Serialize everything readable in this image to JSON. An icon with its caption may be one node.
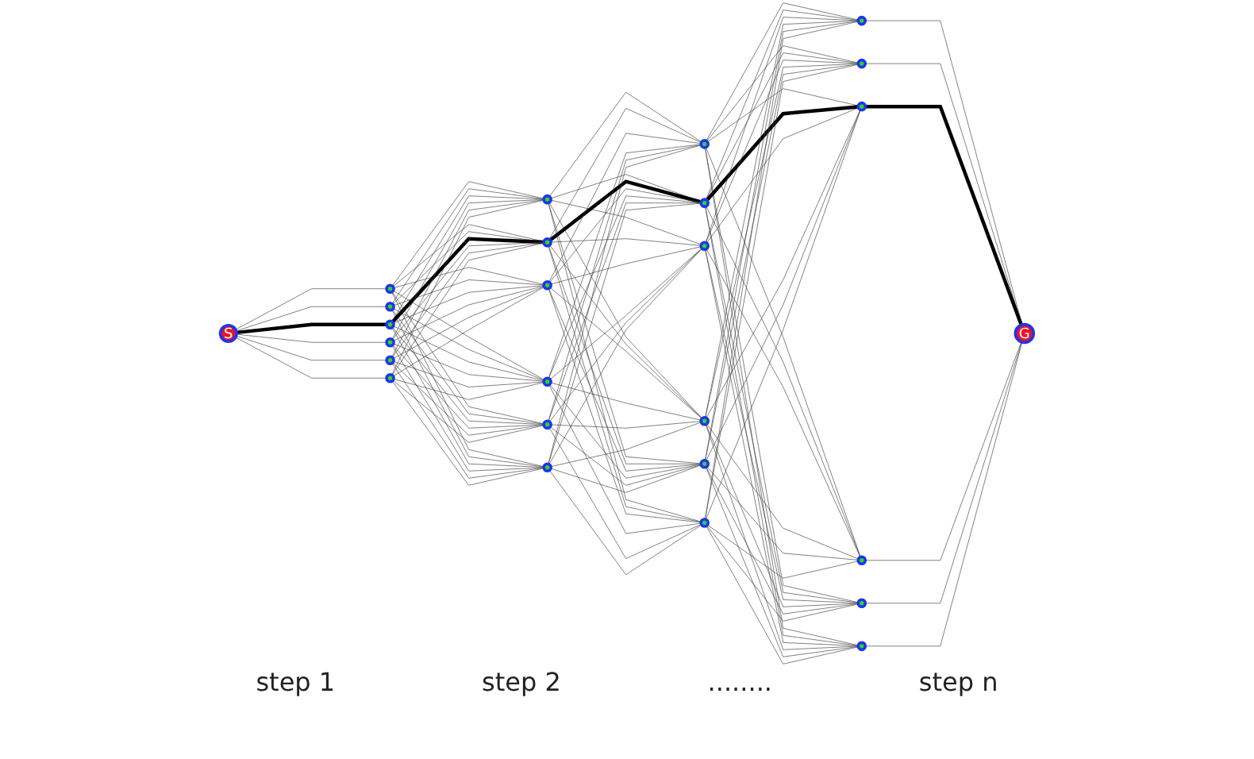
{
  "diagram": {
    "nodes": [
      {
        "text": [
          "S"
        ]
      },
      {
        "text": [],
        "shape": "circle"
      },
      {
        "text": [],
        "shape": "circle"
      },
      {
        "text": [],
        "shape": "circle"
      },
      {
        "text": [],
        "shape": "circle"
      },
      {
        "text": [],
        "shape": "circle"
      },
      {
        "text": [],
        "shape": "circle"
      },
      {
        "text": [],
        "shape": "circle"
      },
      {
        "text": [],
        "shape": "circle"
      },
      {
        "text": [],
        "shape": "circle"
      },
      {
        "text": [],
        "shape": "circle"
      },
      {
        "text": [],
        "shape": "circle"
      },
      {
        "text": [],
        "shape": "circle"
      },
      {
        "text": [],
        "shape": "circle"
      },
      {
        "text": [],
        "shape": "circle"
      },
      {
        "text": [],
        "shape": "circle"
      },
      {
        "text": [],
        "shape": "circle"
      },
      {
        "text": [],
        "shape": "circle"
      },
      {
        "text": [],
        "shape": "circle"
      },
      {
        "text": [],
        "shape": "circle"
      },
      {
        "text": [],
        "shape": "circle"
      },
      {
        "text": [],
        "shape": "circle"
      },
      {
        "text": [],
        "shape": "circle"
      },
      {
        "text": [],
        "shape": "circle"
      },
      {
        "text": [],
        "shape": "circle"
      },
      {
        "text": [
          "G"
        ]
      }
    ],
    "edges": [
      {
        "from": 0,
        "to": 1,
        "arrow": "none"
      },
      {
        "from": 0,
        "to": 2,
        "arrow": "none"
      },
      {
        "from": 0,
        "to": 3,
        "arrow": "none",
        "style": "thick"
      },
      {
        "from": 0,
        "to": 4,
        "arrow": "none"
      },
      {
        "from": 0,
        "to": 5,
        "arrow": "none"
      },
      {
        "from": 0,
        "to": 6,
        "arrow": "none"
      },
      {
        "from": 1,
        "to": 7,
        "arrow": "none"
      },
      {
        "from": 1,
        "to": 8,
        "arrow": "none"
      },
      {
        "from": 1,
        "to": 9,
        "arrow": "none"
      },
      {
        "from": 1,
        "to": 10,
        "arrow": "none"
      },
      {
        "from": 1,
        "to": 11,
        "arrow": "none"
      },
      {
        "from": 1,
        "to": 12,
        "arrow": "none"
      },
      {
        "from": 2,
        "to": 7,
        "arrow": "none"
      },
      {
        "from": 2,
        "to": 8,
        "arrow": "none"
      },
      {
        "from": 2,
        "to": 9,
        "arrow": "none"
      },
      {
        "from": 2,
        "to": 10,
        "arrow": "none"
      },
      {
        "from": 2,
        "to": 11,
        "arrow": "none"
      },
      {
        "from": 2,
        "to": 12,
        "arrow": "none"
      },
      {
        "from": 3,
        "to": 7,
        "arrow": "none"
      },
      {
        "from": 3,
        "to": 8,
        "arrow": "none",
        "style": "thick"
      },
      {
        "from": 3,
        "to": 9,
        "arrow": "none"
      },
      {
        "from": 3,
        "to": 10,
        "arrow": "none"
      },
      {
        "from": 3,
        "to": 11,
        "arrow": "none"
      },
      {
        "from": 3,
        "to": 12,
        "arrow": "none"
      },
      {
        "from": 4,
        "to": 7,
        "arrow": "none"
      },
      {
        "from": 4,
        "to": 8,
        "arrow": "none"
      },
      {
        "from": 4,
        "to": 9,
        "arrow": "none"
      },
      {
        "from": 4,
        "to": 10,
        "arrow": "none"
      },
      {
        "from": 4,
        "to": 11,
        "arrow": "none"
      },
      {
        "from": 4,
        "to": 12,
        "arrow": "none"
      },
      {
        "from": 5,
        "to": 7,
        "arrow": "none"
      },
      {
        "from": 5,
        "to": 8,
        "arrow": "none"
      },
      {
        "from": 5,
        "to": 9,
        "arrow": "none"
      },
      {
        "from": 5,
        "to": 10,
        "arrow": "none"
      },
      {
        "from": 5,
        "to": 11,
        "arrow": "none"
      },
      {
        "from": 5,
        "to": 12,
        "arrow": "none"
      },
      {
        "from": 6,
        "to": 7,
        "arrow": "none"
      },
      {
        "from": 6,
        "to": 8,
        "arrow": "none"
      },
      {
        "from": 6,
        "to": 9,
        "arrow": "none"
      },
      {
        "from": 6,
        "to": 10,
        "arrow": "none"
      },
      {
        "from": 6,
        "to": 11,
        "arrow": "none"
      },
      {
        "from": 6,
        "to": 12,
        "arrow": "none"
      },
      {
        "from": 7,
        "to": 13,
        "arrow": "none"
      },
      {
        "from": 7,
        "to": 14,
        "arrow": "none"
      },
      {
        "from": 7,
        "to": 15,
        "arrow": "none"
      },
      {
        "from": 7,
        "to": 16,
        "arrow": "none"
      },
      {
        "from": 7,
        "to": 17,
        "arrow": "none"
      },
      {
        "from": 7,
        "to": 18,
        "arrow": "none"
      },
      {
        "from": 8,
        "to": 13,
        "arrow": "none"
      },
      {
        "from": 8,
        "to": 14,
        "arrow": "none",
        "style": "thick"
      },
      {
        "from": 8,
        "to": 15,
        "arrow": "none"
      },
      {
        "from": 8,
        "to": 16,
        "arrow": "none"
      },
      {
        "from": 8,
        "to": 17,
        "arrow": "none"
      },
      {
        "from": 8,
        "to": 18,
        "arrow": "none"
      },
      {
        "from": 9,
        "to": 13,
        "arrow": "none"
      },
      {
        "from": 9,
        "to": 14,
        "arrow": "none"
      },
      {
        "from": 9,
        "to": 15,
        "arrow": "none"
      },
      {
        "from": 9,
        "to": 16,
        "arrow": "none"
      },
      {
        "from": 9,
        "to": 17,
        "arrow": "none"
      },
      {
        "from": 9,
        "to": 18,
        "arrow": "none"
      },
      {
        "from": 10,
        "to": 13,
        "arrow": "none"
      },
      {
        "from": 10,
        "to": 14,
        "arrow": "none"
      },
      {
        "from": 10,
        "to": 15,
        "arrow": "none"
      },
      {
        "from": 10,
        "to": 16,
        "arrow": "none"
      },
      {
        "from": 10,
        "to": 17,
        "arrow": "none"
      },
      {
        "from": 10,
        "to": 18,
        "arrow": "none"
      },
      {
        "from": 11,
        "to": 13,
        "arrow": "none"
      },
      {
        "from": 11,
        "to": 14,
        "arrow": "none"
      },
      {
        "from": 11,
        "to": 15,
        "arrow": "none"
      },
      {
        "from": 11,
        "to": 16,
        "arrow": "none"
      },
      {
        "from": 11,
        "to": 17,
        "arrow": "none"
      },
      {
        "from": 11,
        "to": 18,
        "arrow": "none"
      },
      {
        "from": 12,
        "to": 13,
        "arrow": "none"
      },
      {
        "from": 12,
        "to": 14,
        "arrow": "none"
      },
      {
        "from": 12,
        "to": 15,
        "arrow": "none"
      },
      {
        "from": 12,
        "to": 16,
        "arrow": "none"
      },
      {
        "from": 12,
        "to": 17,
        "arrow": "none"
      },
      {
        "from": 12,
        "to": 18,
        "arrow": "none"
      },
      {
        "from": 13,
        "to": 19,
        "arrow": "none"
      },
      {
        "from": 13,
        "to": 20,
        "arrow": "none"
      },
      {
        "from": 13,
        "to": 21,
        "arrow": "none"
      },
      {
        "from": 13,
        "to": 22,
        "arrow": "none"
      },
      {
        "from": 13,
        "to": 23,
        "arrow": "none"
      },
      {
        "from": 13,
        "to": 24,
        "arrow": "none"
      },
      {
        "from": 14,
        "to": 19,
        "arrow": "none"
      },
      {
        "from": 14,
        "to": 20,
        "arrow": "none"
      },
      {
        "from": 14,
        "to": 21,
        "arrow": "none",
        "style": "thick"
      },
      {
        "from": 14,
        "to": 22,
        "arrow": "none"
      },
      {
        "from": 14,
        "to": 23,
        "arrow": "none"
      },
      {
        "from": 14,
        "to": 24,
        "arrow": "none"
      },
      {
        "from": 15,
        "to": 19,
        "arrow": "none"
      },
      {
        "from": 15,
        "to": 20,
        "arrow": "none"
      },
      {
        "from": 15,
        "to": 21,
        "arrow": "none"
      },
      {
        "from": 15,
        "to": 22,
        "arrow": "none"
      },
      {
        "from": 15,
        "to": 23,
        "arrow": "none"
      },
      {
        "from": 15,
        "to": 24,
        "arrow": "none"
      },
      {
        "from": 16,
        "to": 19,
        "arrow": "none"
      },
      {
        "from": 16,
        "to": 20,
        "arrow": "none"
      },
      {
        "from": 16,
        "to": 21,
        "arrow": "none"
      },
      {
        "from": 16,
        "to": 22,
        "arrow": "none"
      },
      {
        "from": 16,
        "to": 23,
        "arrow": "none"
      },
      {
        "from": 16,
        "to": 24,
        "arrow": "none"
      },
      {
        "from": 17,
        "to": 19,
        "arrow": "none"
      },
      {
        "from": 17,
        "to": 20,
        "arrow": "none"
      },
      {
        "from": 17,
        "to": 21,
        "arrow": "none"
      },
      {
        "from": 17,
        "to": 22,
        "arrow": "none"
      },
      {
        "from": 17,
        "to": 23,
        "arrow": "none"
      },
      {
        "from": 17,
        "to": 24,
        "arrow": "none"
      },
      {
        "from": 18,
        "to": 19,
        "arrow": "none"
      },
      {
        "from": 18,
        "to": 20,
        "arrow": "none"
      },
      {
        "from": 18,
        "to": 21,
        "arrow": "none"
      },
      {
        "from": 18,
        "to": 22,
        "arrow": "none"
      },
      {
        "from": 18,
        "to": 23,
        "arrow": "none"
      },
      {
        "from": 18,
        "to": 24,
        "arrow": "none"
      },
      {
        "from": 19,
        "to": 25,
        "arrow": "none"
      },
      {
        "from": 20,
        "to": 25,
        "arrow": "none"
      },
      {
        "from": 21,
        "to": 25,
        "arrow": "none",
        "style": "thick"
      },
      {
        "from": 22,
        "to": 25,
        "arrow": "none"
      },
      {
        "from": 23,
        "to": 25,
        "arrow": "none"
      },
      {
        "from": 24,
        "to": 25,
        "arrow": "none"
      }
    ],
    "labels": [
      "step 1",
      "step 2",
      "........",
      "step n"
    ]
  }
}
